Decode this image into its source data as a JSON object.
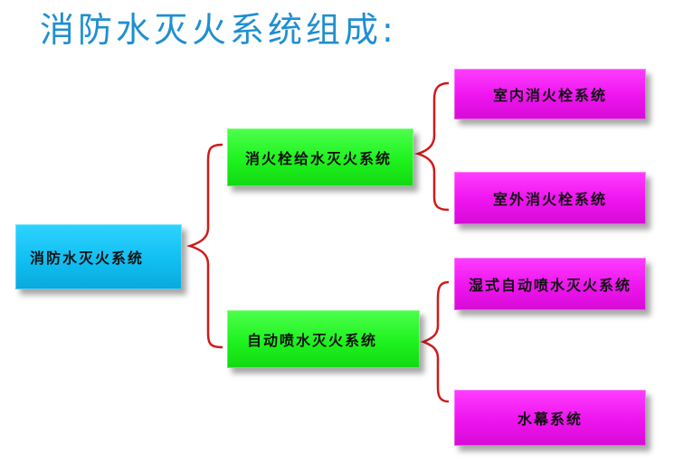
{
  "title": "消防水灭火系统组成:",
  "colors": {
    "title": "#1f8fd0",
    "root": "#10bff2",
    "level1": "#1ef21e",
    "level2": "#ee14ee",
    "bracket": "#d11a1a"
  },
  "root": {
    "label": "消防水灭火系统"
  },
  "branches": [
    {
      "label": "消火栓给水灭火系统",
      "children": [
        {
          "label": "室内消火栓系统"
        },
        {
          "label": "室外消火栓系统"
        }
      ]
    },
    {
      "label": "自动喷水灭火系统",
      "children": [
        {
          "label": "湿式自动喷水灭火系统"
        },
        {
          "label": "水幕系统"
        }
      ]
    }
  ]
}
